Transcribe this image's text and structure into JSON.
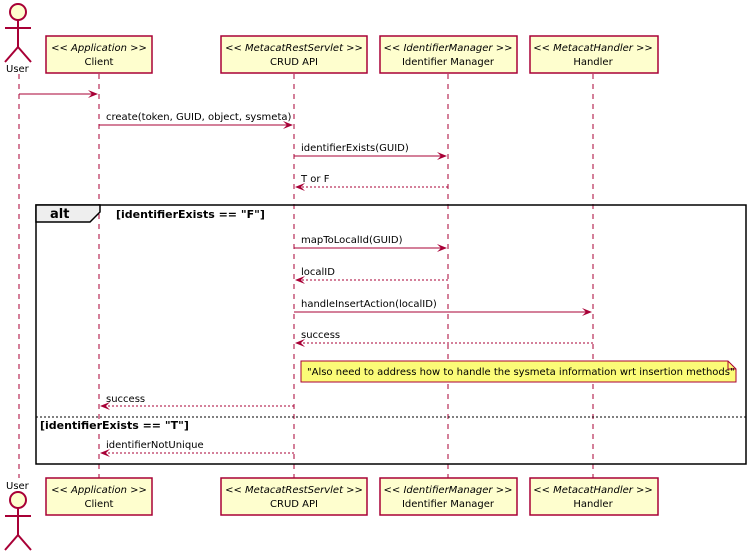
{
  "colors": {
    "line": "#A80036",
    "box_fill": "#FEFECE",
    "note_fill": "#FBFB77",
    "frame": "#000000",
    "frame_tab": "#EEEEEE"
  },
  "actor": {
    "name": "User",
    "icon": "stick-figure-icon"
  },
  "participants": [
    {
      "stereotype": "<< Application >>",
      "name": "Client"
    },
    {
      "stereotype": "<< MetacatRestServlet >>",
      "name": "CRUD API"
    },
    {
      "stereotype": "<< IdentifierManager >>",
      "name": "Identifier Manager"
    },
    {
      "stereotype": "<< MetacatHandler >>",
      "name": "Handler"
    }
  ],
  "messages": [
    {
      "from": "User",
      "to": "Client",
      "label": "",
      "style": "solid"
    },
    {
      "from": "Client",
      "to": "CRUD API",
      "label": "create(token, GUID, object, sysmeta)",
      "style": "solid"
    },
    {
      "from": "CRUD API",
      "to": "Identifier Manager",
      "label": "identifierExists(GUID)",
      "style": "solid"
    },
    {
      "from": "Identifier Manager",
      "to": "CRUD API",
      "label": "T or F",
      "style": "dashed"
    },
    {
      "from": "CRUD API",
      "to": "Identifier Manager",
      "label": "mapToLocalId(GUID)",
      "style": "solid"
    },
    {
      "from": "Identifier Manager",
      "to": "CRUD API",
      "label": "localID",
      "style": "dashed"
    },
    {
      "from": "CRUD API",
      "to": "Handler",
      "label": "handleInsertAction(localID)",
      "style": "solid"
    },
    {
      "from": "Handler",
      "to": "CRUD API",
      "label": "success",
      "style": "dashed"
    },
    {
      "from": "CRUD API",
      "to": "Client",
      "label": "success",
      "style": "dashed"
    },
    {
      "from": "CRUD API",
      "to": "Client",
      "label": "identifierNotUnique",
      "style": "dashed"
    }
  ],
  "alt_fragment": {
    "keyword": "alt",
    "guard_1": "[identifierExists == \"F\"]",
    "guard_2": "[identifierExists == \"T\"]"
  },
  "note": {
    "text": "\"Also need to address how to handle the sysmeta information wrt insertion methods\""
  }
}
